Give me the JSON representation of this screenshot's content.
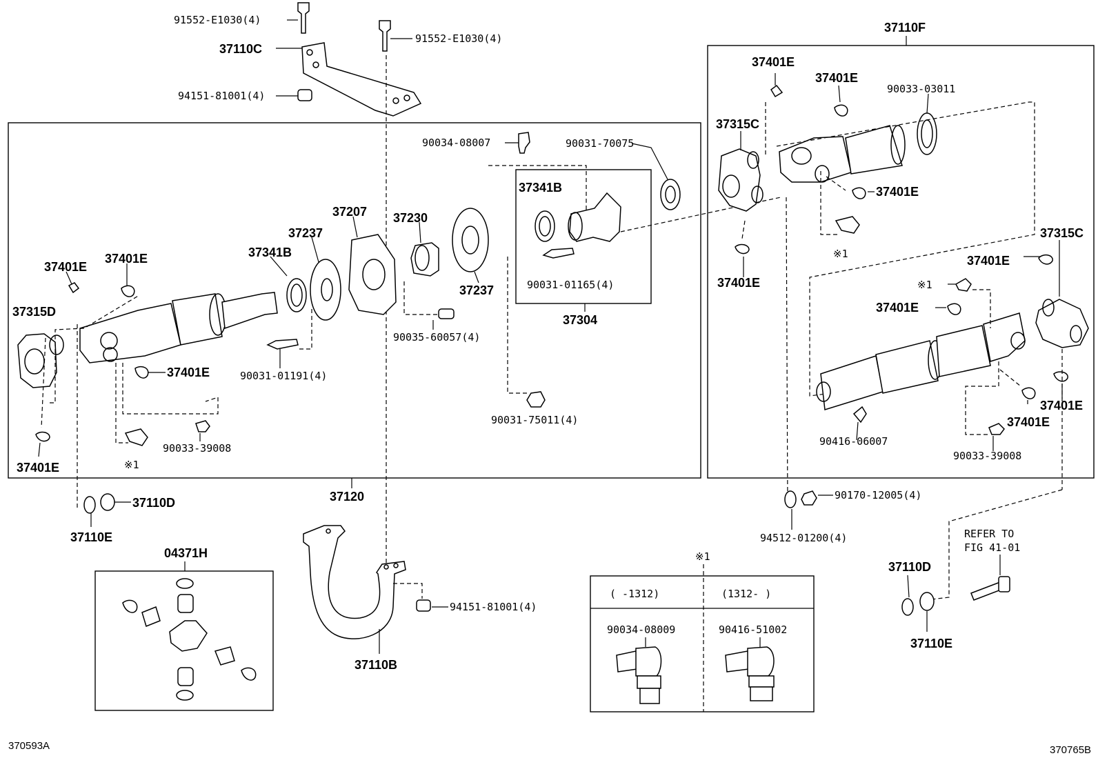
{
  "parts": {
    "bolt_91552_top_left": "91552-E1030(4)",
    "bolt_91552_top_right": "91552-E1030(4)",
    "bracket_37110c": "37110C",
    "nut_94151_top": "94151-81001(4)",
    "shaft_assy_37110f": "37110F",
    "fitting_90034_08007": "90034-08007",
    "seal_90031_70075": "90031-70075",
    "seal_37341b_box": "37341B",
    "bolt_90031_01165": "90031-01165(4)",
    "bearing_assy_37304": "37304",
    "flange_37315d": "37315D",
    "ring_37401e_l1": "37401E",
    "ring_37401e_l2": "37401E",
    "seal_37341b": "37341B",
    "washer_37237_left": "37237",
    "bracket_37207": "37207",
    "bearing_37230": "37230",
    "washer_37237_right": "37237",
    "ring_37401e_l3": "37401E",
    "bolt_90031_01191": "90031-01191(4)",
    "pin_90035_60057": "90035-60057(4)",
    "nut_90031_75011": "90031-75011(4)",
    "plug_90033_39008_left": "90033-39008",
    "mark_note_1_left": "※1",
    "ring_37401e_l4": "37401E",
    "propshaft_37120": "37120",
    "cushion_37110d_left": "37110D",
    "washer_37110e_left": "37110E",
    "kit_04371h": "04371H",
    "support_37110b": "37110B",
    "nut_94151_bottom": "94151-81001(4)",
    "ring_37401e_r1": "37401E",
    "ring_37401e_r2": "37401E",
    "seal_90033_03011": "90033-03011",
    "flange_37315c_top": "37315C",
    "ring_37401e_r3": "37401E",
    "mark_note_1_right_top": "※1",
    "ring_37401e_r4": "37401E",
    "flange_37315c_right": "37315C",
    "ring_37401e_r5": "37401E",
    "mark_note_1_right_mid": "※1",
    "ring_37401e_r6": "37401E",
    "ring_37401e_r7": "37401E",
    "ring_37401e_r8": "37401E",
    "fitting_90416_06007": "90416-06007",
    "plug_90033_39008_right": "90033-39008",
    "nut_90170_12005": "90170-12005(4)",
    "washer_94512_01200": "94512-01200(4)",
    "refer_line1": "REFER TO",
    "refer_line2": "FIG 41-01",
    "cushion_37110d_right": "37110D",
    "washer_37110e_right": "37110E"
  },
  "note_table": {
    "title": "※1",
    "col1_header": "(    -1312)",
    "col2_header": "(1312-    )",
    "col1_part": "90034-08009",
    "col2_part": "90416-51002"
  },
  "corner_codes": {
    "left": "370593A",
    "right": "370765B"
  }
}
